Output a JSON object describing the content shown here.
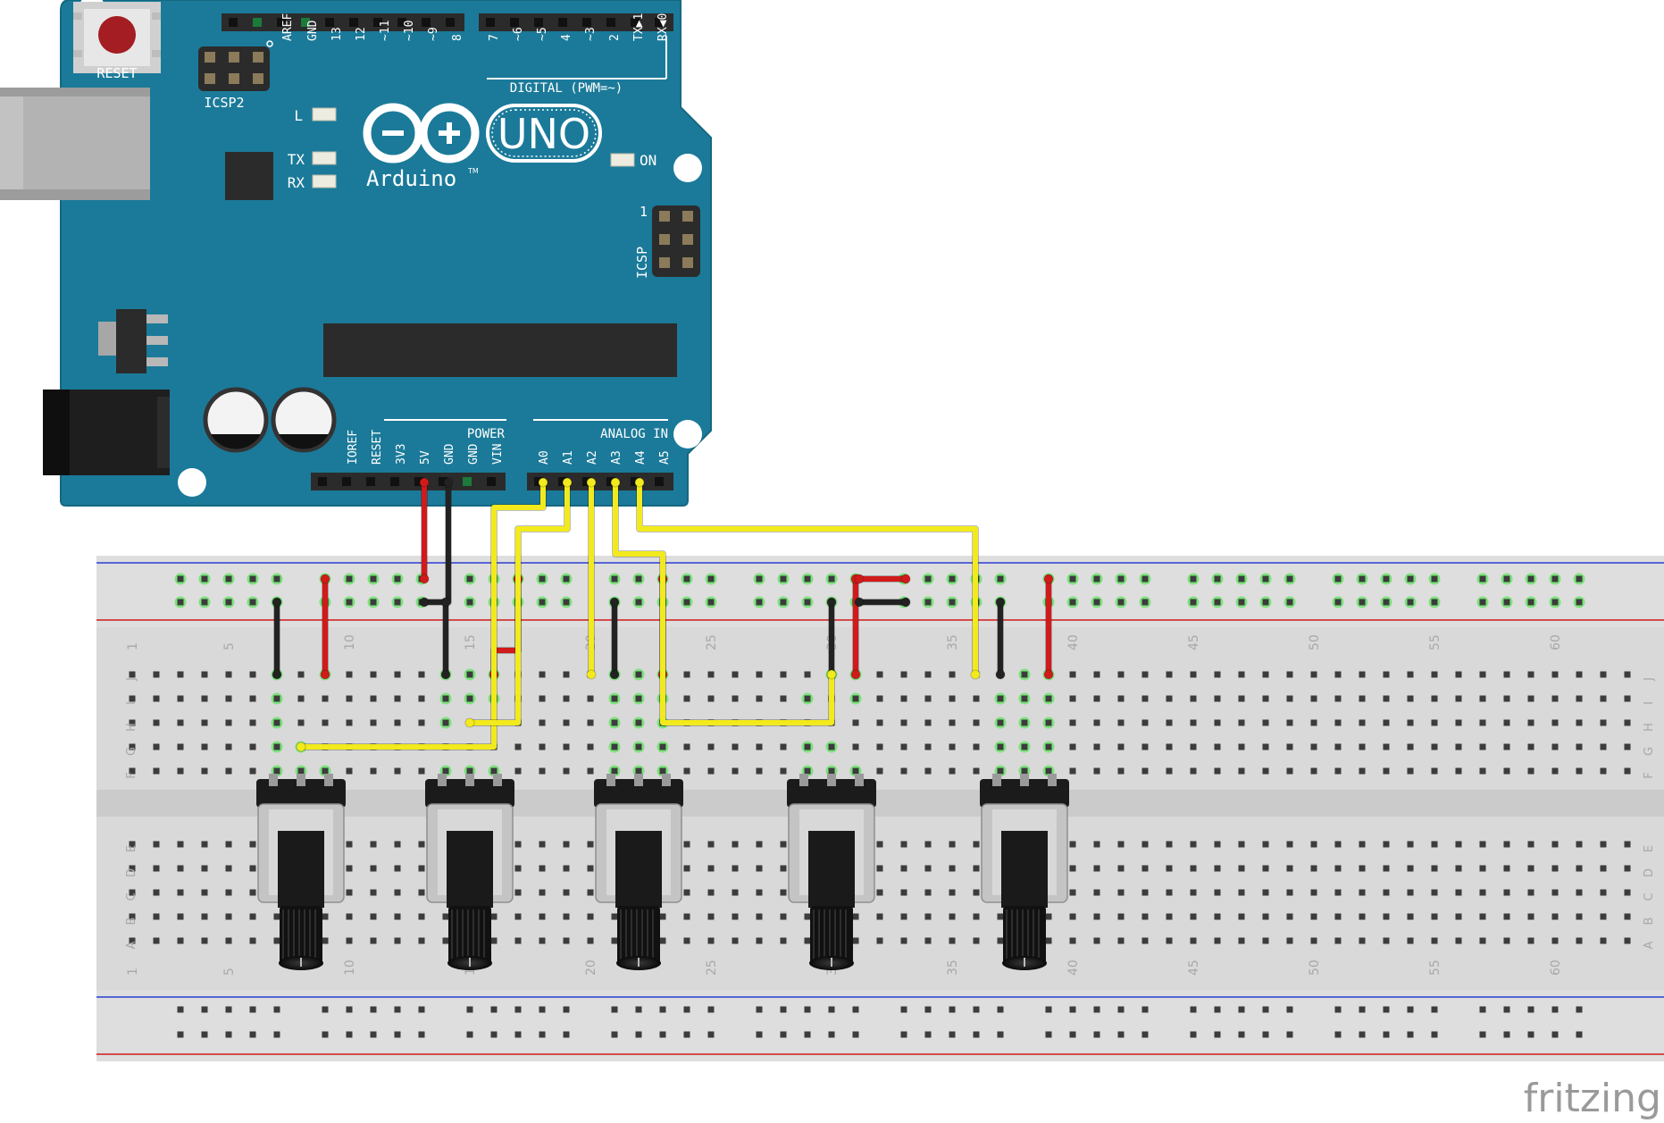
{
  "board": {
    "name": "Arduino",
    "model": "UNO",
    "trademark": "TM",
    "reset_label": "RESET",
    "icsp2_label": "ICSP2",
    "icsp_label": "ICSP",
    "icsp_pin1": "1",
    "led_l": "L",
    "led_tx": "TX",
    "led_rx": "RX",
    "led_on": "ON",
    "digital_header": "DIGITAL (PWM=~)",
    "power_header": "POWER",
    "analog_header": "ANALOG IN",
    "top_pins": [
      "AREF",
      "GND",
      "13",
      "12",
      "~11",
      "~10",
      "~9",
      "8",
      "7",
      "~6",
      "~5",
      "4",
      "~3",
      "2",
      "TX▶1",
      "RX◀0"
    ],
    "power_pins": [
      "IOREF",
      "RESET",
      "3V3",
      "5V",
      "GND",
      "GND",
      "VIN"
    ],
    "analog_pins": [
      "A0",
      "A1",
      "A2",
      "A3",
      "A4",
      "A5"
    ]
  },
  "breadboard": {
    "column_numbers": [
      "1",
      "5",
      "10",
      "15",
      "20",
      "25",
      "30",
      "35",
      "40",
      "45",
      "50",
      "55",
      "60"
    ],
    "top_rows": [
      "J",
      "I",
      "H",
      "G",
      "F"
    ],
    "bottom_rows": [
      "E",
      "D",
      "C",
      "B",
      "A"
    ]
  },
  "components": {
    "potentiometer_count": 5
  },
  "colors": {
    "board": "#1b7a99",
    "wire_power": "#d11a1a",
    "wire_ground": "#222222",
    "wire_signal": "#f2ea1c",
    "rail_red": "#d11a1a",
    "rail_blue": "#2a3fd0",
    "active_hole": "#6de36d"
  },
  "watermark": "fritzing"
}
